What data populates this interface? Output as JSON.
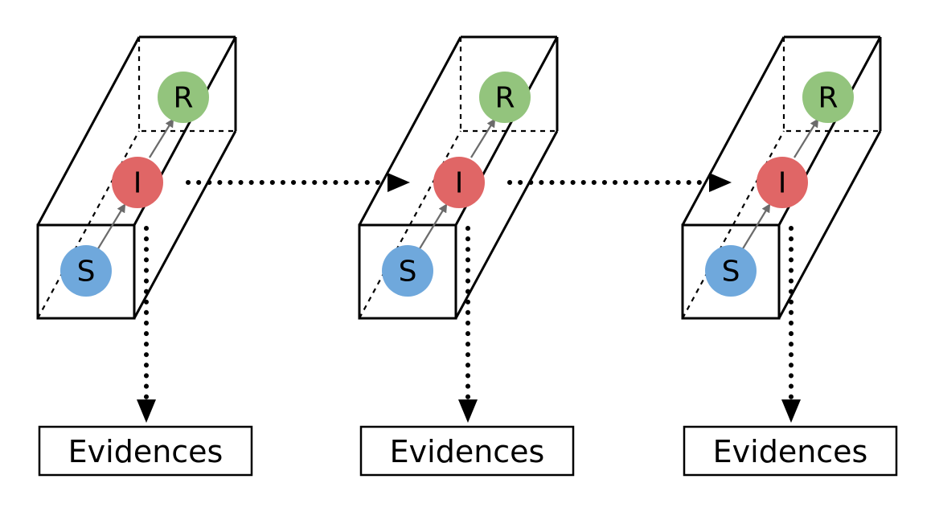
{
  "colors": {
    "S": "#6fa8dc",
    "I": "#e06666",
    "R": "#93c47d"
  },
  "units": [
    {
      "nodes": {
        "S": "S",
        "I": "I",
        "R": "R"
      },
      "evidence_label": "Evidences"
    },
    {
      "nodes": {
        "S": "S",
        "I": "I",
        "R": "R"
      },
      "evidence_label": "Evidences"
    },
    {
      "nodes": {
        "S": "S",
        "I": "I",
        "R": "R"
      },
      "evidence_label": "Evidences"
    }
  ]
}
